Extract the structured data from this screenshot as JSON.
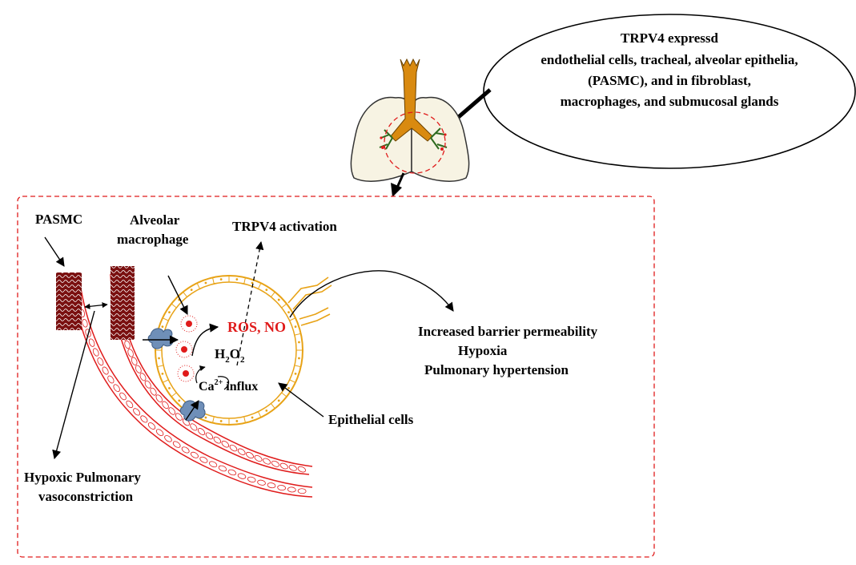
{
  "callout": {
    "lines": [
      "TRPV4 expressd",
      "endothelial cells, tracheal, alveolar epithelia,",
      "(PASMC), and in fibroblast,",
      "macrophages, and submucosal glands"
    ]
  },
  "labels": {
    "pasmc": "PASMC",
    "alveolar_macrophage_line1": "Alveolar",
    "alveolar_macrophage_line2": "macrophage",
    "trpv4_activation": "TRPV4 activation",
    "ros_no": "ROS, NO",
    "h2o2_base": "H",
    "h2o2_sub1": "2",
    "h2o2_mid": "O",
    "h2o2_sub2": "2",
    "ca_base": "Ca",
    "ca_sup": "2+",
    "ca_influx": " influx",
    "epithelial_cells": "Epithelial cells",
    "hypoxic_line1": "Hypoxic Pulmonary",
    "hypoxic_line2": "vasoconstriction"
  },
  "outcomes": [
    "Increased barrier permeability",
    "Hypoxia",
    "Pulmonary hypertension"
  ],
  "colors": {
    "red_dash": "#e01b1b",
    "vessel_red": "#e01b1b",
    "alveolus_orange": "#e8a317",
    "trachea_orange": "#d98a10",
    "lung_fill": "#f7f3e3",
    "receptor_blue": "#6f8fb8",
    "pasmc_dark": "#7a1010",
    "bronchi_green": "#2e6b1f"
  }
}
